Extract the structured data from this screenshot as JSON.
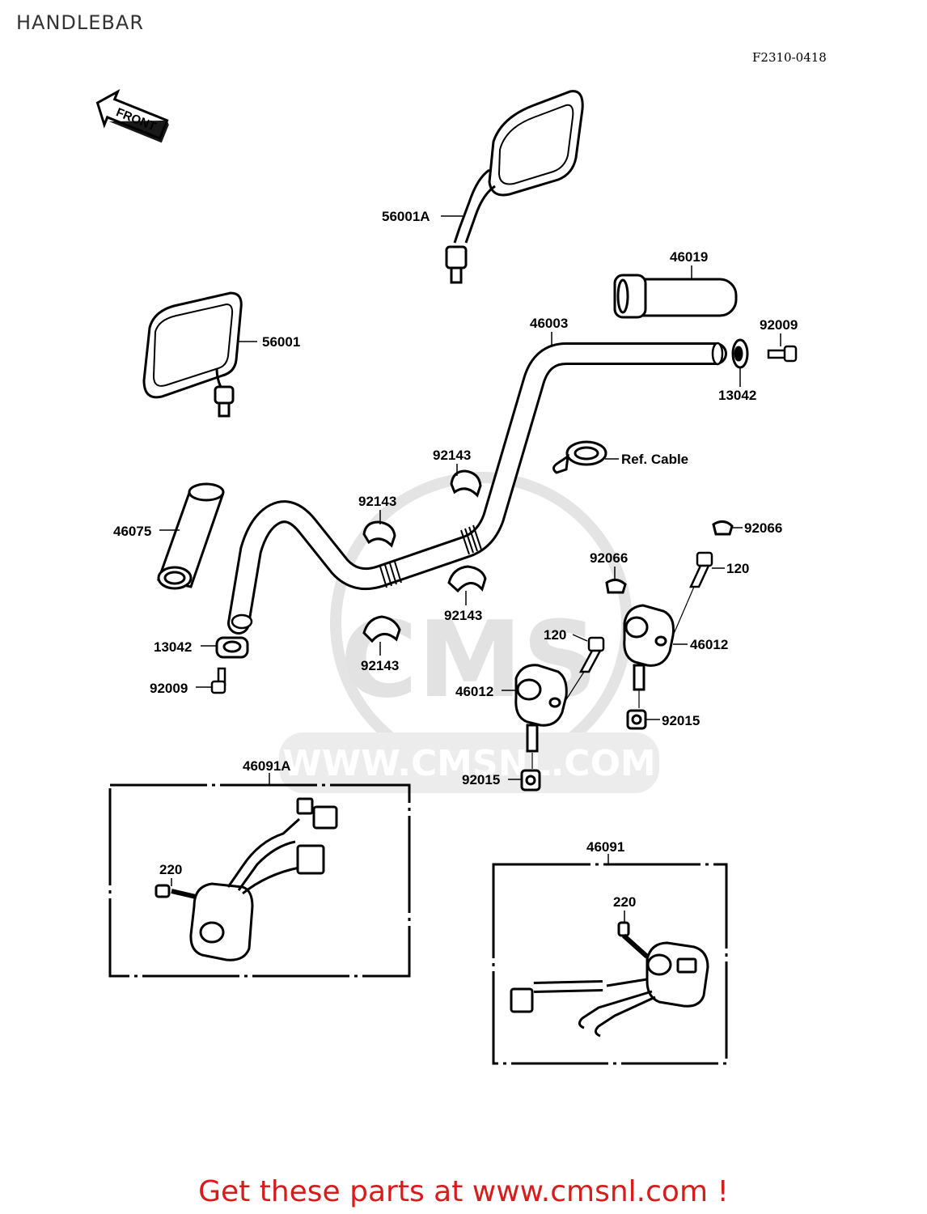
{
  "header": {
    "title": "HANDLEBAR",
    "drawing_code": "F2310-0418"
  },
  "orientation_marker": "FRONT",
  "watermark": {
    "brand": "CMS",
    "url": "WWW.CMSNL.COM"
  },
  "parts": {
    "mirror_right": "56001A",
    "mirror_left": "56001",
    "throttle_grip": "46019",
    "handlebar": "46003",
    "end_weight_bolt_right": "92009",
    "end_weight_right": "13042",
    "clamp_top": "92143",
    "clamp_upper_left": "92143",
    "clamp_lower_right": "92143",
    "clamp_lower_left": "92143",
    "ref_cable": "Ref. Cable",
    "left_grip": "46075",
    "cap_right": "92066",
    "cap_middle": "92066",
    "bolt_right": "120",
    "bolt_middle": "120",
    "holder_right": "46012",
    "holder_left": "46012",
    "nut_right": "92015",
    "nut_left": "92015",
    "end_weight_left": "13042",
    "end_weight_bolt_left": "92009",
    "switch_left": "46091A",
    "switch_left_screw": "220",
    "switch_right": "46091",
    "switch_right_screw": "220"
  },
  "footer": {
    "text": "Get these parts at www.cmsnl.com !"
  },
  "colors": {
    "footer_text": "#d71c1c",
    "line_art": "#000000",
    "watermark": "#e4e4e4"
  }
}
